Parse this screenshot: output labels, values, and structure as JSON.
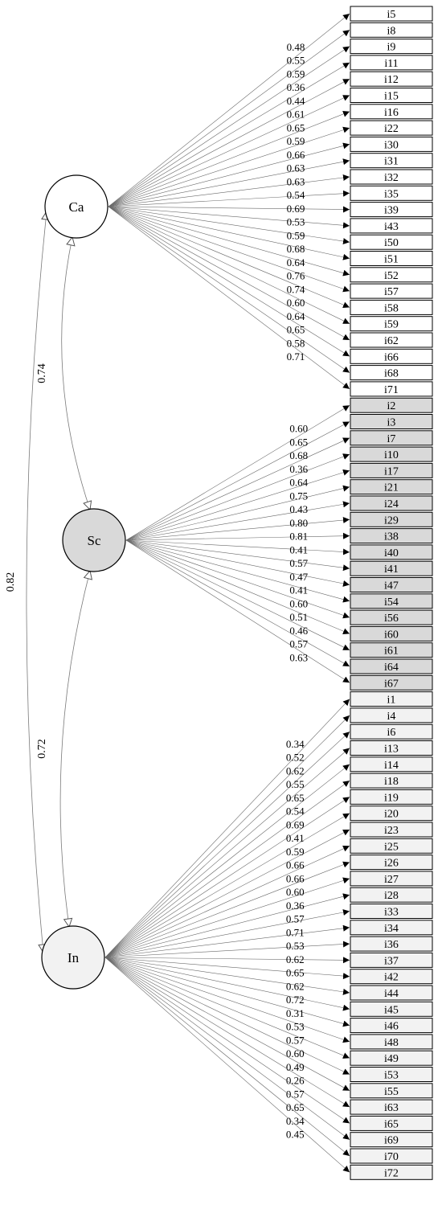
{
  "factors": [
    {
      "id": "Ca",
      "label": "Ca",
      "fill": "#ffffff",
      "items": [
        "i5",
        "i8",
        "i9",
        "i11",
        "i12",
        "i15",
        "i16",
        "i22",
        "i30",
        "i31",
        "i32",
        "i35",
        "i39",
        "i43",
        "i50",
        "i51",
        "i52",
        "i57",
        "i58",
        "i59",
        "i62",
        "i66",
        "i68",
        "i71"
      ],
      "loadings": [
        "0.48",
        "0.55",
        "0.59",
        "0.36",
        "0.44",
        "0.61",
        "0.65",
        "0.59",
        "0.66",
        "0.63",
        "0.63",
        "0.54",
        "0.69",
        "0.53",
        "0.59",
        "0.68",
        "0.64",
        "0.76",
        "0.74",
        "0.60",
        "0.64",
        "0.65",
        "0.58",
        "0.71"
      ]
    },
    {
      "id": "Sc",
      "label": "Sc",
      "fill": "#d9d9d9",
      "items": [
        "i2",
        "i3",
        "i7",
        "i10",
        "i17",
        "i21",
        "i24",
        "i29",
        "i38",
        "i40",
        "i41",
        "i47",
        "i54",
        "i56",
        "i60",
        "i61",
        "i64",
        "i67"
      ],
      "loadings": [
        "0.60",
        "0.65",
        "0.68",
        "0.36",
        "0.64",
        "0.75",
        "0.43",
        "0.80",
        "0.81",
        "0.41",
        "0.57",
        "0.47",
        "0.41",
        "0.60",
        "0.51",
        "0.46",
        "0.57",
        "0.63"
      ]
    },
    {
      "id": "In",
      "label": "In",
      "fill": "#f2f2f2",
      "items": [
        "i1",
        "i4",
        "i6",
        "i13",
        "i14",
        "i18",
        "i19",
        "i20",
        "i23",
        "i25",
        "i26",
        "i27",
        "i28",
        "i33",
        "i34",
        "i36",
        "i37",
        "i42",
        "i44",
        "i45",
        "i46",
        "i48",
        "i49",
        "i53",
        "i55",
        "i63",
        "i65",
        "i69",
        "i70",
        "i72"
      ],
      "loadings": [
        "0.34",
        "0.52",
        "0.62",
        "0.55",
        "0.65",
        "0.54",
        "0.69",
        "0.41",
        "0.59",
        "0.66",
        "0.66",
        "0.60",
        "0.36",
        "0.57",
        "0.71",
        "0.53",
        "0.62",
        "0.65",
        "0.62",
        "0.72",
        "0.31",
        "0.53",
        "0.57",
        "0.60",
        "0.49",
        "0.26",
        "0.57",
        "0.65",
        "0.34",
        "0.45"
      ]
    }
  ],
  "correlations": [
    {
      "from": "Ca",
      "to": "Sc",
      "value": "0.74"
    },
    {
      "from": "Sc",
      "to": "In",
      "value": "0.72"
    },
    {
      "from": "Ca",
      "to": "In",
      "value": "0.82"
    }
  ]
}
